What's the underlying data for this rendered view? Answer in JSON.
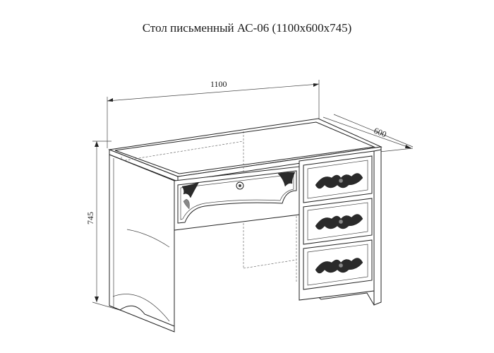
{
  "title": "Стол письменный АС-06 (1100х600х745)",
  "dimensions": {
    "width": "1100",
    "depth": "600",
    "height": "745"
  },
  "colors": {
    "line": "#222222",
    "background": "#ffffff",
    "ornament": "#2a2a2a"
  },
  "icons": {
    "knob": "drawer-knob-icon",
    "ornament": "floral-ornament-icon"
  }
}
